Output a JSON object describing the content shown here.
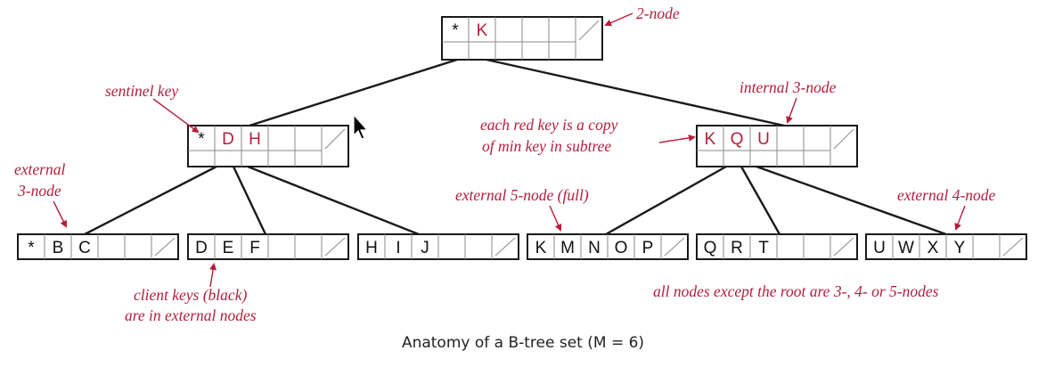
{
  "colors": {
    "red": "#b41e3c",
    "black": "#111111",
    "border": "#1a1a1a",
    "grid": "#8a8a8a"
  },
  "nodes": {
    "root": {
      "keys": [
        {
          "t": "*",
          "c": "black"
        },
        {
          "t": "K",
          "c": "red"
        }
      ]
    },
    "left": {
      "keys": [
        {
          "t": "*",
          "c": "black"
        },
        {
          "t": "D",
          "c": "red"
        },
        {
          "t": "H",
          "c": "red"
        }
      ]
    },
    "right": {
      "keys": [
        {
          "t": "K",
          "c": "red"
        },
        {
          "t": "Q",
          "c": "red"
        },
        {
          "t": "U",
          "c": "red"
        }
      ]
    },
    "leaf1": {
      "keys": [
        {
          "t": "*",
          "c": "black"
        },
        {
          "t": "B",
          "c": "black"
        },
        {
          "t": "C",
          "c": "black"
        }
      ]
    },
    "leaf2": {
      "keys": [
        {
          "t": "D",
          "c": "black"
        },
        {
          "t": "E",
          "c": "black"
        },
        {
          "t": "F",
          "c": "black"
        }
      ]
    },
    "leaf3": {
      "keys": [
        {
          "t": "H",
          "c": "black"
        },
        {
          "t": "I",
          "c": "black"
        },
        {
          "t": "J",
          "c": "black"
        }
      ]
    },
    "leaf4": {
      "keys": [
        {
          "t": "K",
          "c": "black"
        },
        {
          "t": "M",
          "c": "black"
        },
        {
          "t": "N",
          "c": "black"
        },
        {
          "t": "O",
          "c": "black"
        },
        {
          "t": "P",
          "c": "black"
        }
      ]
    },
    "leaf5": {
      "keys": [
        {
          "t": "Q",
          "c": "black"
        },
        {
          "t": "R",
          "c": "black"
        },
        {
          "t": "T",
          "c": "black"
        }
      ]
    },
    "leaf6": {
      "keys": [
        {
          "t": "U",
          "c": "black"
        },
        {
          "t": "W",
          "c": "black"
        },
        {
          "t": "X",
          "c": "black"
        },
        {
          "t": "Y",
          "c": "black"
        }
      ]
    }
  },
  "annotations": {
    "two_node": "2-node",
    "sentinel_key": "sentinel key",
    "internal_3_node": "internal 3-node",
    "red_key_copy_1": "each red key is a copy",
    "red_key_copy_2": "of min key in subtree",
    "external_3_node_1": "external",
    "external_3_node_2": "3-node",
    "external_5_node": "external 5-node (full)",
    "external_4_node": "external 4-node",
    "client_keys_1": "client keys (black)",
    "client_keys_2": "are in external nodes",
    "all_nodes": "all nodes except the root are 3-, 4- or 5-nodes"
  },
  "caption": "Anatomy of a B-tree set (M = 6)"
}
